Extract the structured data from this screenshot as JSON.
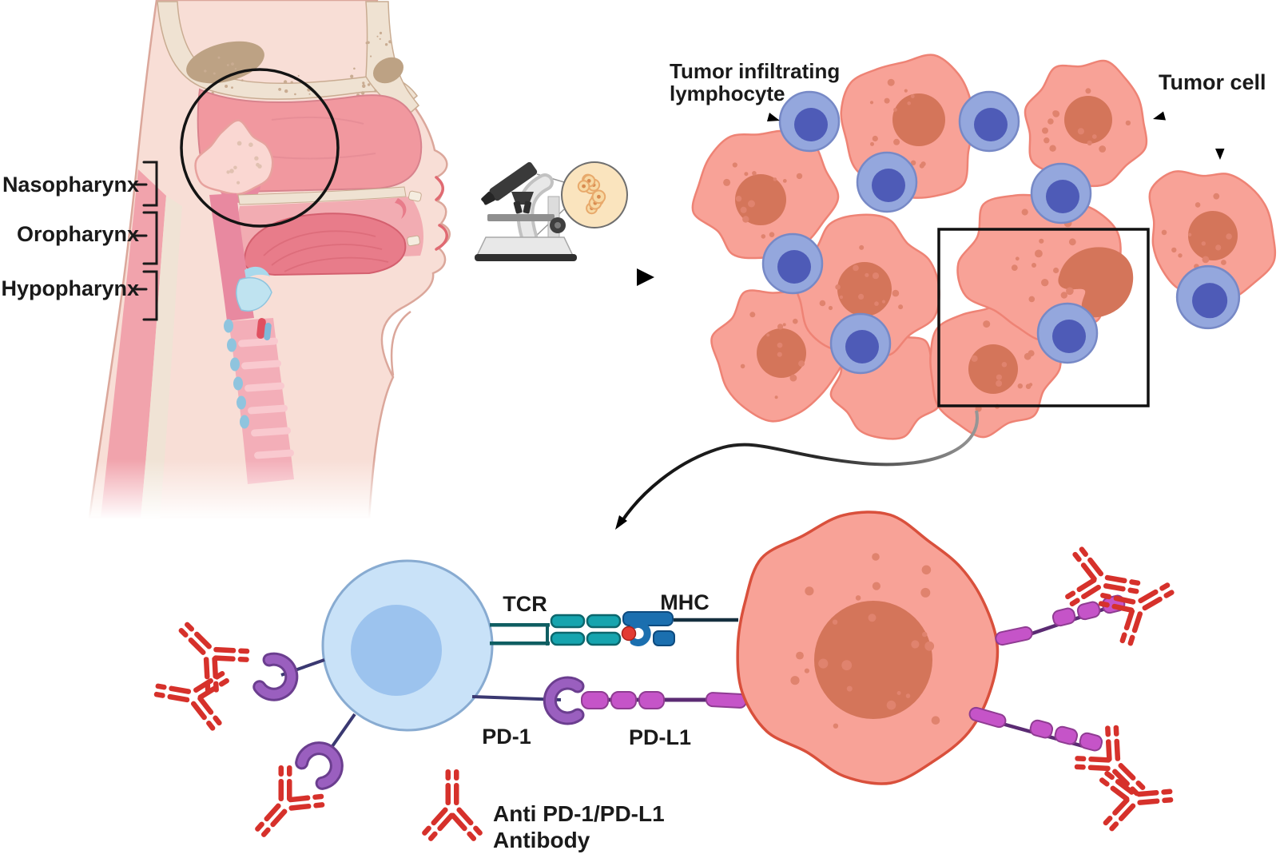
{
  "labels": {
    "nasopharynx": "Nasopharynx",
    "oropharynx": "Oropharynx",
    "hypopharynx": "Hypopharynx",
    "til_line1": "Tumor infiltrating",
    "til_line2": "lymphocyte",
    "tumor_cell": "Tumor cell",
    "tcr": "TCR",
    "mhc": "MHC",
    "pd1": "PD-1",
    "pdl1": "PD-L1",
    "antibody_line1": "Anti PD-1/PD-L1",
    "antibody_line2": "Antibody"
  },
  "icons": {
    "microscope": "microscope-icon",
    "magnified_slide": "magnified-tissue-icon",
    "antibody": "antibody-y-icon",
    "pd1_receptor": "pd1-receptor-icon",
    "pdl1_ligand": "pdl1-ligand-icon"
  },
  "colors": {
    "text": "#1a1a1a",
    "arrow": "#1a1a1a",
    "box": "#111111",
    "tumor_fill": "#F8A297",
    "tumor_stroke": "#EE8375",
    "tumor_nucleus": "#D4755A",
    "tumor_dot": "#E0836E",
    "detail_tumor_stroke": "#D9503C",
    "lymph_outer": "#94A7DD",
    "lymph_stroke": "#7789C6",
    "lymph_nucleus": "#4E5BB7",
    "tcell_fill": "#C9E2F8",
    "tcell_stroke": "#88ABD1",
    "tcell_nucleus": "#9CC3EE",
    "tcr": "#16A4AE",
    "tcr_dark": "#0C676D",
    "tcr_line": "#0F5E62",
    "mhc": "#1B6FAF",
    "mhc_dark": "#0D4A7E",
    "mhc_line": "#152F3E",
    "peptide": "#E23B33",
    "pd1": "#9A5FBF",
    "pd1_dark": "#6B3E8F",
    "pd1_line": "#3A3871",
    "pdl1": "#C554C8",
    "pdl1_dark": "#8F3C92",
    "pdl1_line": "#5B2B73",
    "antibody": "#D6312B",
    "skin": "#F8DED6",
    "skin_stroke": "#DBA79B",
    "bone": "#EFE2D2",
    "bone_stroke": "#C9AC92",
    "sinus": "#BDA284",
    "cavity": "#F1989F",
    "cavity_stroke": "#D8838D",
    "tumor_mass": "#FAD7D2",
    "tumor_mass_stroke": "#E7A29E",
    "tongue": "#E87C8A",
    "tongue_stroke": "#D4606F",
    "mouth": "#F2ACB2",
    "neck_band": "#F1A3AC",
    "spine": "#F0E3D5",
    "pharynx": "#E889A0",
    "cartilage": "#BFE3F0",
    "cartilage_stroke": "#8FC4DE",
    "trachea": "#F3AEB8",
    "trachea_ring": "#F9C9CF",
    "slide_fill": "#FAE4BE",
    "slide_cell": "#E8A96B",
    "slide_cell_fill": "#F7D9A4",
    "slide_cell_center": "#D98B4F"
  }
}
